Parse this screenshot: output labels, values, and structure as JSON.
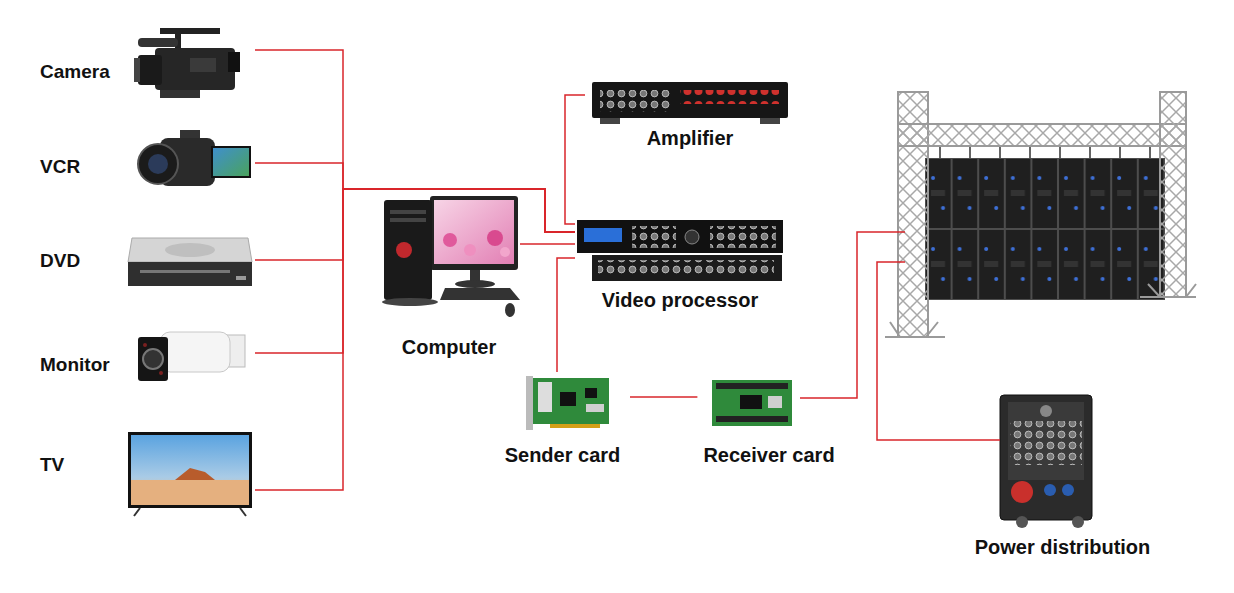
{
  "diagram": {
    "nodes": [
      {
        "text": [
          "Camera"
        ]
      },
      {
        "text": [
          "VCR"
        ]
      },
      {
        "text": [
          "DVD"
        ]
      },
      {
        "text": [
          "Monitor"
        ]
      },
      {
        "text": [
          "TV"
        ]
      },
      {
        "text": [
          "Computer"
        ]
      },
      {
        "text": [
          "Amplifier"
        ]
      },
      {
        "text": [
          "Video processor"
        ]
      },
      {
        "text": [
          "Sender card"
        ]
      },
      {
        "text": [
          "Receiver card"
        ]
      },
      {
        "text": [
          "Power distribution"
        ]
      }
    ],
    "edges": [
      {
        "from": 0,
        "to": 7,
        "arrow": "none"
      },
      {
        "from": 1,
        "to": 7,
        "arrow": "none"
      },
      {
        "from": 2,
        "to": 7,
        "arrow": "none"
      },
      {
        "from": 3,
        "to": 7,
        "arrow": "none"
      },
      {
        "from": 4,
        "to": 7,
        "arrow": "none"
      },
      {
        "from": 5,
        "to": 7,
        "arrow": "none"
      },
      {
        "from": 6,
        "to": 7,
        "arrow": "none"
      },
      {
        "from": 7,
        "to": 8,
        "arrow": "none"
      },
      {
        "from": 8,
        "to": 9,
        "arrow": "none"
      }
    ]
  }
}
